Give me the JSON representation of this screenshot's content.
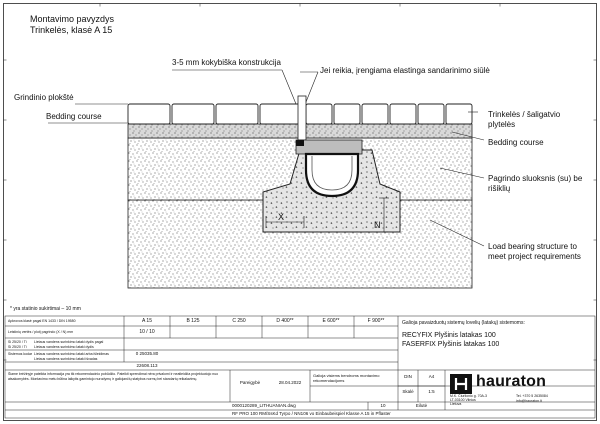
{
  "header": {
    "title_line1": "Montavimo pavyzdys",
    "title_line2": "Trinkelės, klasė A 15"
  },
  "labels": {
    "kokybiska": "3-5 mm kokybiška konstrukcija",
    "sandarinimo": "Jei reikia, įrengiama elastinga sandarinimo siūlė",
    "grindinio": "Grindinio plokštė",
    "bedding_left": "Bedding course",
    "trinkeles": "Trinkelės / šaligatvio plytelės",
    "bedding_right": "Bedding course",
    "pagrindo": "Pagrindo sluoksnis (su) be rišiklių",
    "load_bearing": "Load bearing structure to meet project requirements",
    "dim_x": "X",
    "dim_n": "N"
  },
  "footnote": "* yra statinio sukirtimai – 10 mm",
  "title_block": {
    "row_label_1": "Apkrovos klasė pagal EN 1433 / DIN 19580",
    "row_label_2": "Leistinių vertės / plotį pagrindo (X / N) mm",
    "row_label_3a": "Si 25/20 / Ti",
    "row_label_3b": "Si 25/20 / Ti",
    "row_label_4": "Sistemos kodas / sistemos sutartinis",
    "sub_row_a": "Lietaus vandens surinkimo lataki dydis pagal",
    "sub_row_b": "Lietaus vandens surinkimo lataki dydis",
    "sub_row_c": "Lietaus vandens surinkimo lataki arba išleidimas",
    "sub_row_d": "Lietaus vandens surinkimo lataki išvadas",
    "classes": [
      "A 15",
      "B 125",
      "C 250",
      "D 400**",
      "E 600**",
      "F 900**"
    ],
    "xn_value": "10 / 10",
    "code_1": "0 25035.80",
    "code_2": "22608.113",
    "right_header": "Galioja pavaizduotų sistemų lovelių (latakų) sistemoms:",
    "product_1": "RECYFIX Plyšinis latakas 100",
    "product_2": "FASERFIX Plyšinis latakas 100",
    "disclaimer": "Šiame brėžinyje pateikta informacija yra tik rekomendacinio pobūdžio. Pateikti sprendimai nėra privalomi ir neatleidžia projektuotojo nuo atsakomybės. Montavimo metu būtina laikytis gamintojo nurodymų ir galiojančių statybos normų bei standartų reikalavimų.",
    "pareigos_label": "Pareigybė",
    "date": "28.04.2022",
    "galioja_text": "Galioja visiems bendroms montavimo rekomendacijoms",
    "din_label": "DIN",
    "din_value": "A4",
    "skale_label": "Skalė",
    "skale_value": "1:5",
    "psl_label": "Eilutė",
    "filename": "0000120289_LITHUANIAN.dwg",
    "rev": "10",
    "bottom_desc": "RF PRO 100 RM/SsKd Tyrpo / NN106 vo Einbaubeispiel Klasse A 15 in Pflaster",
    "brand": "hauraton",
    "address_1": "M.K. Čiurlionio g. 70A-3",
    "address_2": "LT-03100 Vilnius",
    "address_3": "Lietuva",
    "tel": "Tel. +370 5 2635084",
    "email": "info@hauraton.lt"
  }
}
